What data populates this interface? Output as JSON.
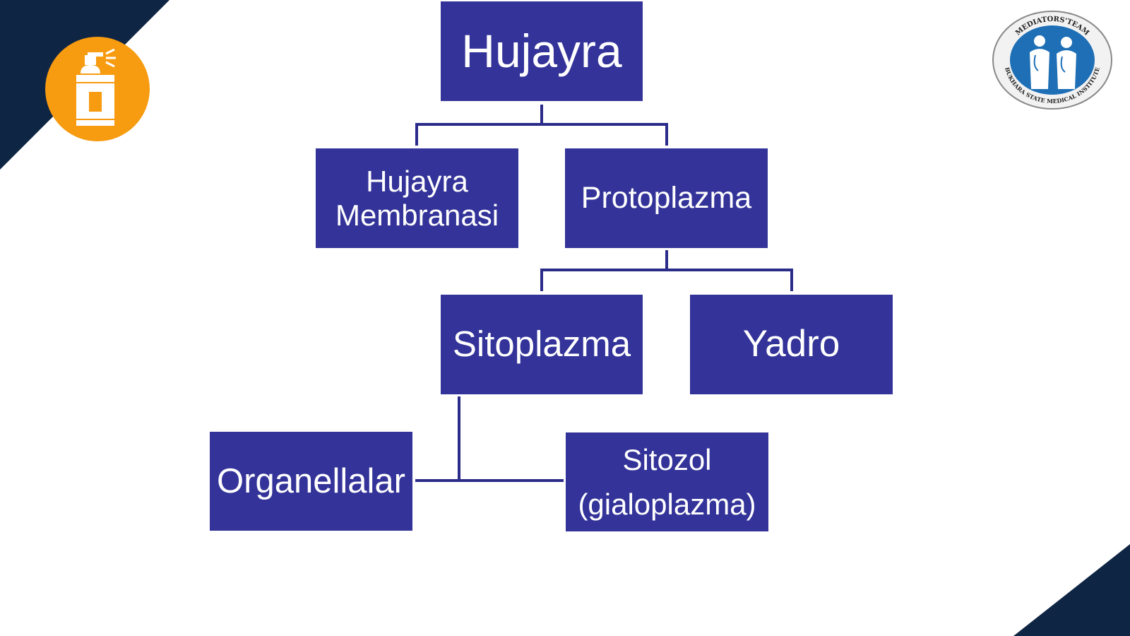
{
  "diagram": {
    "nodes": {
      "root": "Hujayra",
      "membrane": "Hujayra\nMembranasi",
      "protoplasm": "Protoplazma",
      "cytoplasm": "Sitoplazma",
      "nucleus": "Yadro",
      "organelles": "Organellalar",
      "cytosol": "Sitozol\n(gialoplazma)"
    },
    "edges": [
      [
        "root",
        "membrane"
      ],
      [
        "root",
        "protoplasm"
      ],
      [
        "protoplasm",
        "cytoplasm"
      ],
      [
        "protoplasm",
        "nucleus"
      ],
      [
        "cytoplasm",
        "organelles"
      ],
      [
        "cytoplasm",
        "cytosol"
      ]
    ]
  },
  "logo": {
    "seal_text_top": "MEDIATORS'TEAM",
    "seal_text_bottom": "BUKHARA STATE MEDICAL INSTITUTE"
  },
  "colors": {
    "box": "#333399",
    "connector": "#2b2b8a",
    "corner": "#0f2544",
    "badge": "#f79b10",
    "seal": "#1e6fb6"
  },
  "icons": {
    "badge": "spray-can-icon"
  }
}
